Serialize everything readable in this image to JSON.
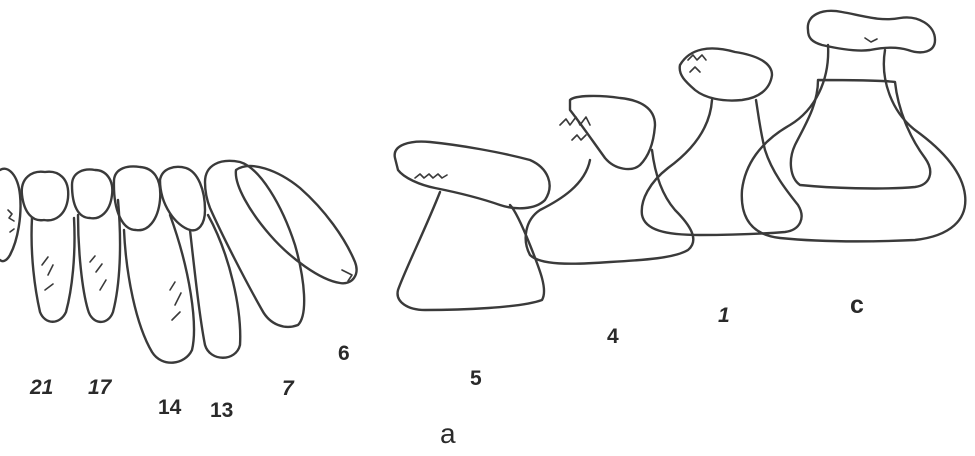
{
  "figure": {
    "panel_label": "a",
    "tooth_labels": {
      "t21": "21",
      "t17": "17",
      "t14": "14",
      "t13": "13",
      "t7": "7",
      "t6": "6",
      "t5": "5",
      "t4": "4",
      "t1": "1",
      "tc": "c"
    }
  }
}
